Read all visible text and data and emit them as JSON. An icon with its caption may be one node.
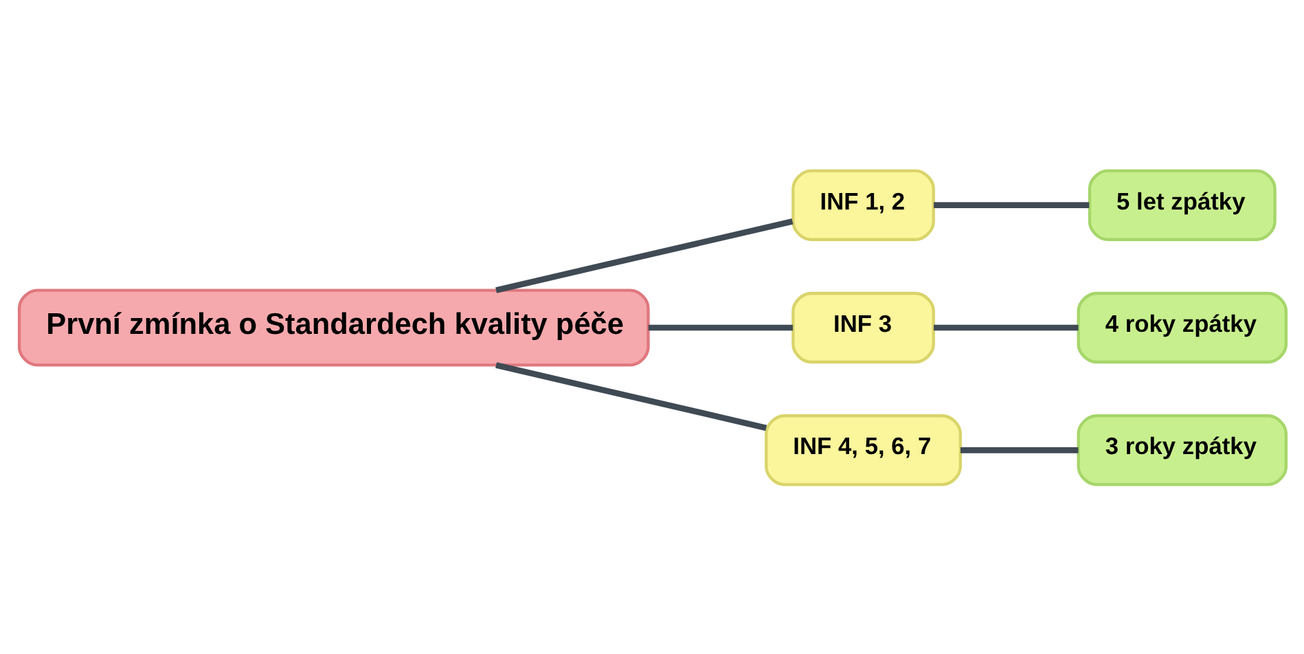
{
  "diagram": {
    "nodes": [
      {
        "text": [
          "První zmínka o Standardech kvality péče"
        ]
      },
      {
        "text": [
          "INF 1, 2"
        ]
      },
      {
        "text": [
          "INF 3"
        ]
      },
      {
        "text": [
          "INF 4, 5, 6, 7"
        ]
      },
      {
        "text": [
          "5 let zpátky"
        ]
      },
      {
        "text": [
          "4 roky zpátky"
        ]
      },
      {
        "text": [
          "3 roky zpátky"
        ]
      }
    ],
    "edges": [
      {
        "from": 0,
        "to": 1,
        "arrow": "none"
      },
      {
        "from": 0,
        "to": 2,
        "arrow": "none"
      },
      {
        "from": 0,
        "to": 3,
        "arrow": "none"
      },
      {
        "from": 1,
        "to": 4,
        "arrow": "none"
      },
      {
        "from": 2,
        "to": 5,
        "arrow": "none"
      },
      {
        "from": 3,
        "to": 6,
        "arrow": "none"
      }
    ]
  }
}
